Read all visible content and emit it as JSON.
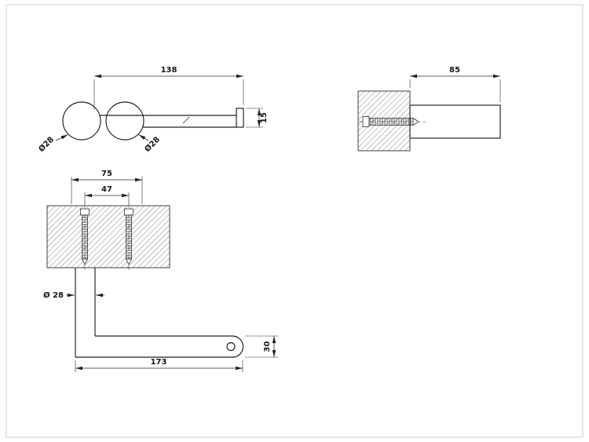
{
  "drawing": {
    "kind": "technical dimensional drawing",
    "colors": {
      "background": "#ffffff",
      "border": "#cfcfcf",
      "line": "#1d1d1d",
      "hatch": "#4a4a4a"
    }
  },
  "top_view": {
    "length": "138",
    "end_depth": "15",
    "post1_diameter": "Ø28",
    "post2_diameter": "Ø28"
  },
  "side_view": {
    "depth": "85"
  },
  "front_view": {
    "plate_width": "75",
    "hole_spacing": "47",
    "post_diameter": "Ø 28",
    "arm_height": "30",
    "arm_length": "173"
  }
}
